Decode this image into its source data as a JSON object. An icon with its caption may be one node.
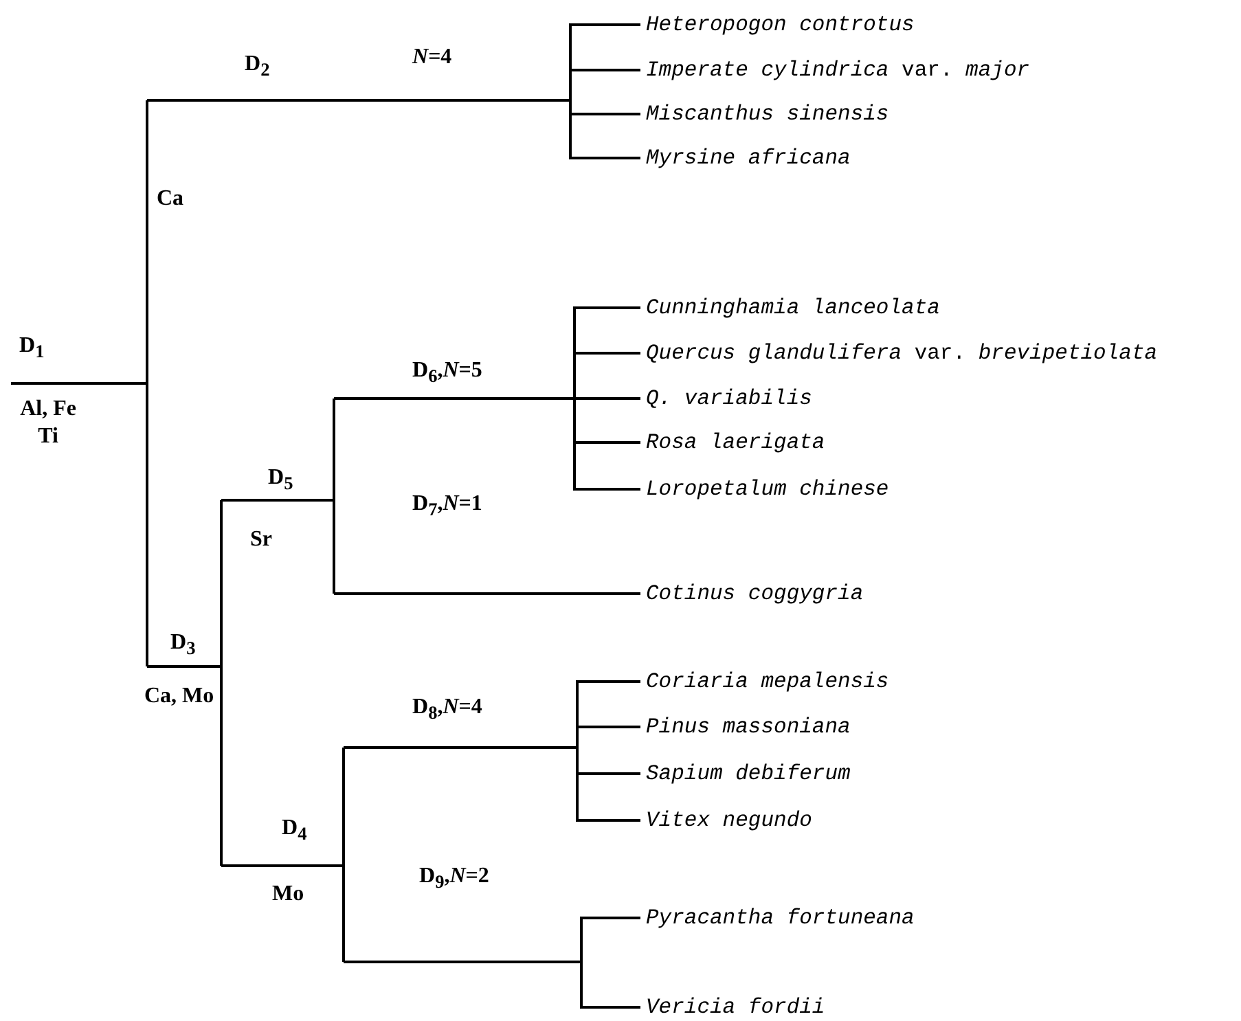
{
  "diagram": {
    "nodes": [
      {
        "text": [
          "D$_{1}$",
          "Al, Fe Ti"
        ]
      },
      {
        "text": [
          "D$_{2}$",
          "*N*=4",
          "Ca"
        ]
      },
      {
        "text": [
          "Heteropogon controtus"
        ]
      },
      {
        "text": [
          "*Imperate cylindrica* var. *major*"
        ]
      },
      {
        "text": [
          "Miscanthus sinensis"
        ]
      },
      {
        "text": [
          "Myrsine africana"
        ]
      },
      {
        "text": [
          "D$_{3}$",
          "Ca, Mo"
        ]
      },
      {
        "text": [
          "D$_{5}$",
          "Sr"
        ]
      },
      {
        "text": [
          "D$_{6}$,*N*=5"
        ]
      },
      {
        "text": [
          "Cunninghamia lanceolata"
        ]
      },
      {
        "text": [
          "*Quercus glandulifera* var. *brevipetiolata*"
        ]
      },
      {
        "text": [
          "Q. variabilis"
        ]
      },
      {
        "text": [
          "Rosa laerigata"
        ]
      },
      {
        "text": [
          "Loropetalum chinese"
        ]
      },
      {
        "text": [
          "D$_{7}$,*N*=1"
        ]
      },
      {
        "text": [
          "Cotinus coggygria"
        ]
      },
      {
        "text": [
          "D$_{4}$",
          "Mo"
        ]
      },
      {
        "text": [
          "D$_{8}$,*N*=4"
        ]
      },
      {
        "text": [
          "Coriaria mepalensis"
        ]
      },
      {
        "text": [
          "Pinus massoniana"
        ]
      },
      {
        "text": [
          "Sapium debiferum"
        ]
      },
      {
        "text": [
          "Vitex negundo"
        ]
      },
      {
        "text": [
          "D$_{9}$,*N*=2"
        ]
      },
      {
        "text": [
          "Pyracantha fortuneana"
        ]
      },
      {
        "text": [
          "Vericia fordii"
        ]
      }
    ],
    "edges": [
      {
        "from": 0,
        "to": 1,
        "arrow": "none"
      },
      {
        "from": 1,
        "to": 2,
        "arrow": "none"
      },
      {
        "from": 1,
        "to": 3,
        "arrow": "none"
      },
      {
        "from": 1,
        "to": 4,
        "arrow": "none"
      },
      {
        "from": 1,
        "to": 5,
        "arrow": "none"
      },
      {
        "from": 0,
        "to": 6,
        "arrow": "none"
      },
      {
        "from": 6,
        "to": 7,
        "arrow": "none"
      },
      {
        "from": 7,
        "to": 8,
        "arrow": "none"
      },
      {
        "from": 8,
        "to": 9,
        "arrow": "none"
      },
      {
        "from": 8,
        "to": 10,
        "arrow": "none"
      },
      {
        "from": 8,
        "to": 11,
        "arrow": "none"
      },
      {
        "from": 8,
        "to": 12,
        "arrow": "none"
      },
      {
        "from": 8,
        "to": 13,
        "arrow": "none"
      },
      {
        "from": 7,
        "to": 14,
        "arrow": "none"
      },
      {
        "from": 14,
        "to": 15,
        "arrow": "none"
      },
      {
        "from": 6,
        "to": 16,
        "arrow": "none"
      },
      {
        "from": 16,
        "to": 17,
        "arrow": "none"
      },
      {
        "from": 17,
        "to": 18,
        "arrow": "none"
      },
      {
        "from": 17,
        "to": 19,
        "arrow": "none"
      },
      {
        "from": 17,
        "to": 20,
        "arrow": "none"
      },
      {
        "from": 17,
        "to": 21,
        "arrow": "none"
      },
      {
        "from": 16,
        "to": 22,
        "arrow": "none"
      },
      {
        "from": 22,
        "to": 23,
        "arrow": "none"
      },
      {
        "from": 22,
        "to": 24,
        "arrow": "none"
      }
    ]
  }
}
